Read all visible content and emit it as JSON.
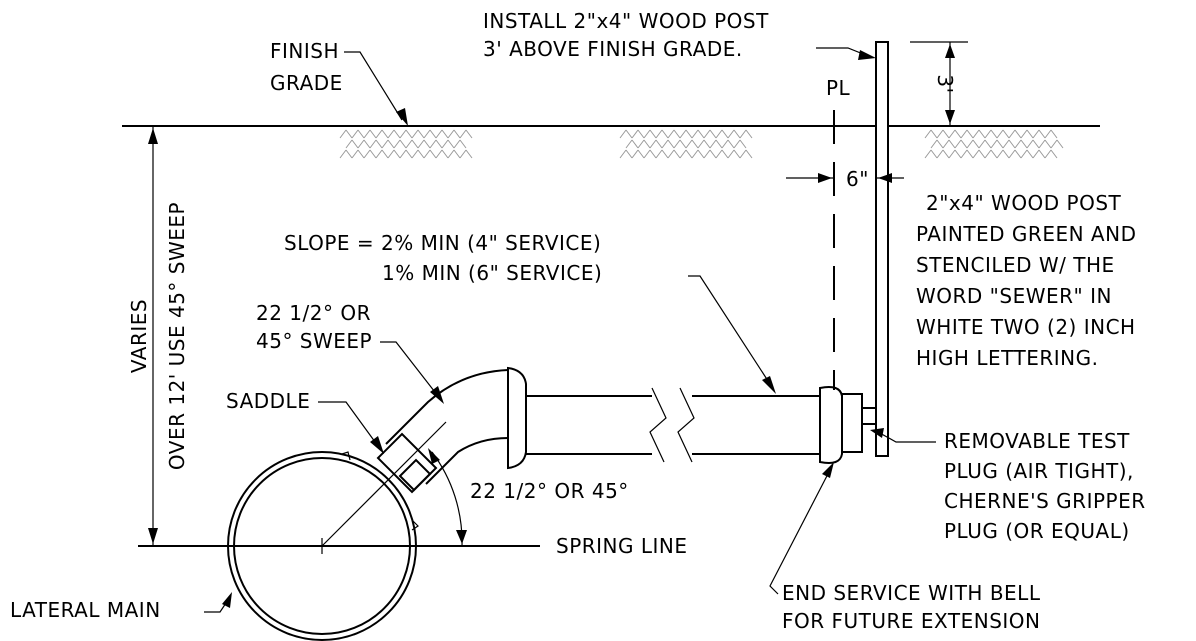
{
  "labels": {
    "install_post_line1": "INSTALL 2\"x4\" WOOD POST",
    "install_post_line2": "3' ABOVE FINISH GRADE.",
    "finish_grade_line1": "FINISH",
    "finish_grade_line2": "GRADE",
    "property_line": "PL",
    "dim_3ft": "3'",
    "dim_6in": "6\"",
    "post_note": [
      "2\"x4\" WOOD POST",
      "PAINTED GREEN AND",
      "STENCILED W/ THE",
      "WORD \"SEWER\" IN",
      "WHITE TWO (2) INCH",
      "HIGH LETTERING."
    ],
    "slope_line1": "SLOPE = 2% MIN (4\" SERVICE)",
    "slope_line2": "1% MIN (6\" SERVICE)",
    "varies_line1": "VARIES",
    "varies_line2": "OVER 12' USE 45° SWEEP",
    "sweep_line1": "22 1/2° OR",
    "sweep_line2": "45° SWEEP",
    "saddle": "SADDLE",
    "angle": "22 1/2° OR 45°",
    "spring_line": "SPRING LINE",
    "lateral_main": "LATERAL MAIN",
    "test_plug": [
      "REMOVABLE TEST",
      "PLUG (AIR TIGHT),",
      "CHERNE'S GRIPPER",
      "PLUG (OR EQUAL)"
    ],
    "end_service_line1": "END SERVICE WITH BELL",
    "end_service_line2": "FOR FUTURE EXTENSION"
  }
}
